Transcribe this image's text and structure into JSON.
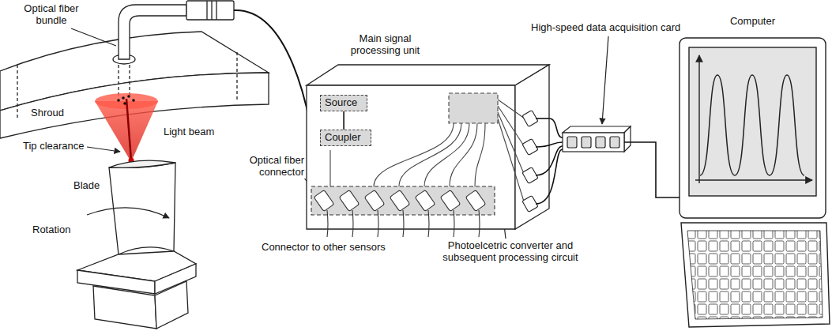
{
  "diagram": {
    "nodes": [
      {
        "text": [
          "Main signal processing unit"
        ]
      },
      {
        "text": [
          "Source"
        ],
        "in": 0
      },
      {
        "text": [
          "Coupler"
        ],
        "in": 0
      },
      {
        "text": [
          "High-speed data acquisition card"
        ]
      },
      {
        "text": [
          "Computer"
        ]
      }
    ],
    "edges": [
      {
        "from": 0,
        "to": 3,
        "arrow": "none"
      },
      {
        "from": 3,
        "to": 4,
        "arrow": "none"
      },
      {
        "from": 1,
        "to": 2,
        "arrow": "none"
      }
    ],
    "labels": [
      "Optical fiber bundle",
      "Shroud",
      "Tip clearance",
      "Light beam",
      "Blade",
      "Rotation",
      "Optical fiber connector",
      "Connector to other sensors",
      "Photoelcetric converter and subsequent processing circuit"
    ]
  }
}
